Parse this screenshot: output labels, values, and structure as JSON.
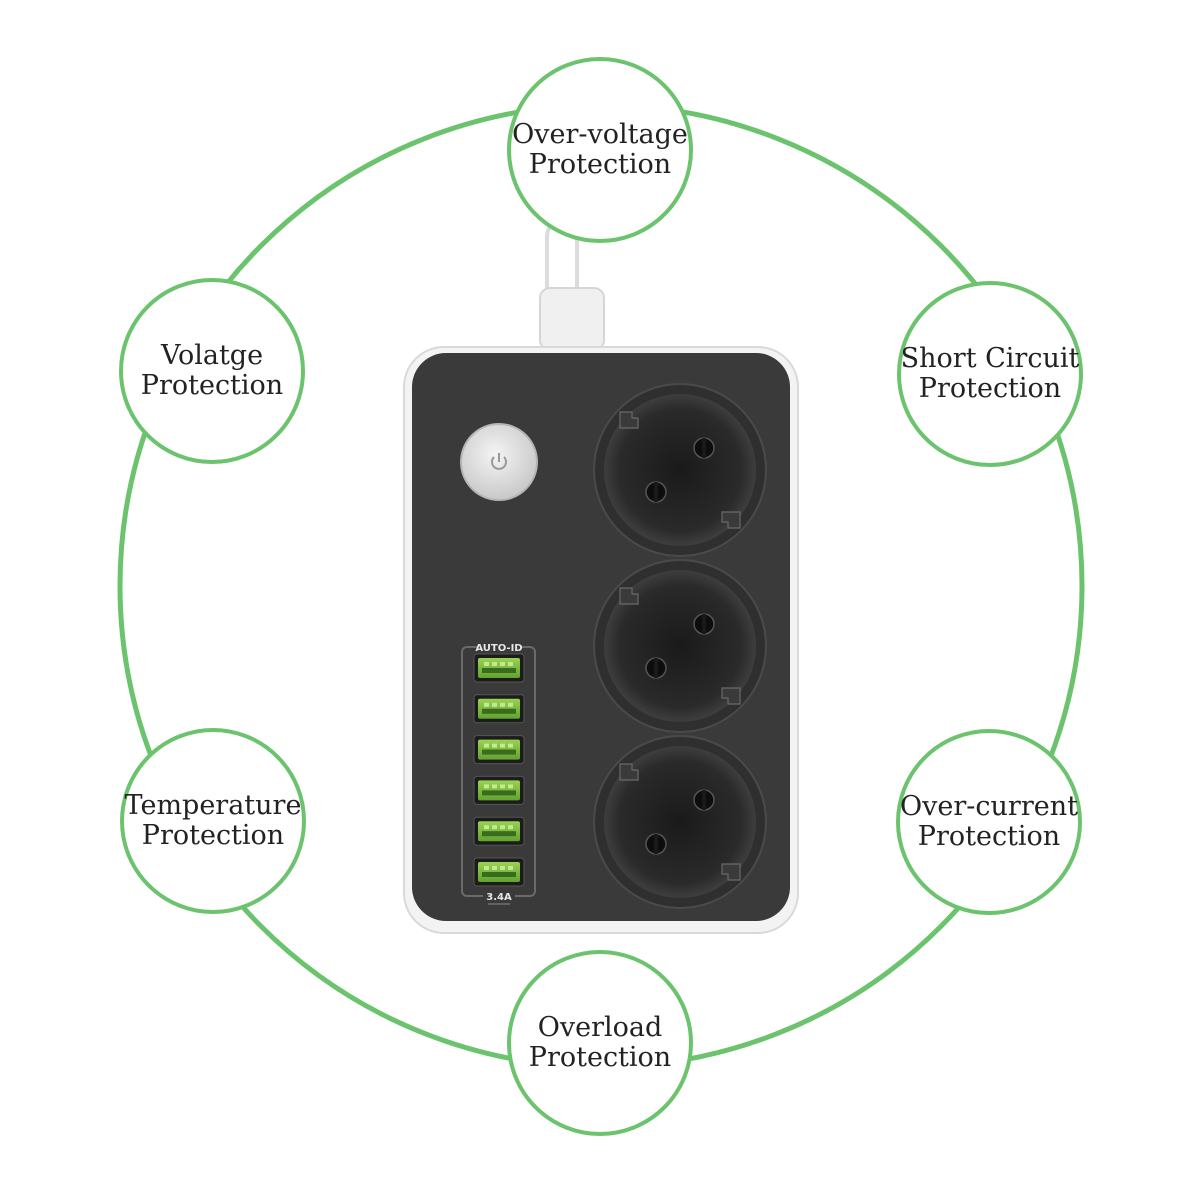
{
  "colors": {
    "ring": "#6cc36e",
    "body": "#3a3a3a",
    "body_frame": "#f2f2f2",
    "usb_green": "#7cc043",
    "text": "#222222"
  },
  "product": {
    "usb_panel_top_label": "AUTO-ID",
    "usb_panel_bottom_label": "3.4A",
    "usb_port_count": 6,
    "socket_count": 3,
    "power_button_icon": "power-icon"
  },
  "features": [
    {
      "id": "top",
      "line1": "Over-voltage",
      "line2": "Protection"
    },
    {
      "id": "tl",
      "line1": "Volatge",
      "line2": "Protection"
    },
    {
      "id": "tr",
      "line1": "Short Circuit",
      "line2": "Protection"
    },
    {
      "id": "bl",
      "line1": "Temperature",
      "line2": "Protection"
    },
    {
      "id": "br",
      "line1": "Over-current",
      "line2": "Protection"
    },
    {
      "id": "bottom",
      "line1": "Overload",
      "line2": "Protection"
    }
  ]
}
